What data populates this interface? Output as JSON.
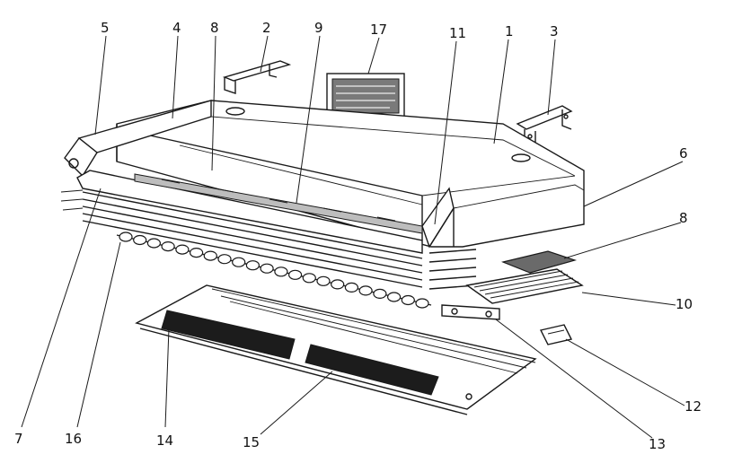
{
  "callouts": [
    "1",
    "2",
    "3",
    "4",
    "5",
    "6",
    "7",
    "8",
    "9",
    "10",
    "11",
    "12",
    "13",
    "14",
    "15",
    "16",
    "17"
  ],
  "second_callout_8": "8",
  "colors": {
    "ink": "#1a1a1a",
    "paper": "#ffffff"
  }
}
